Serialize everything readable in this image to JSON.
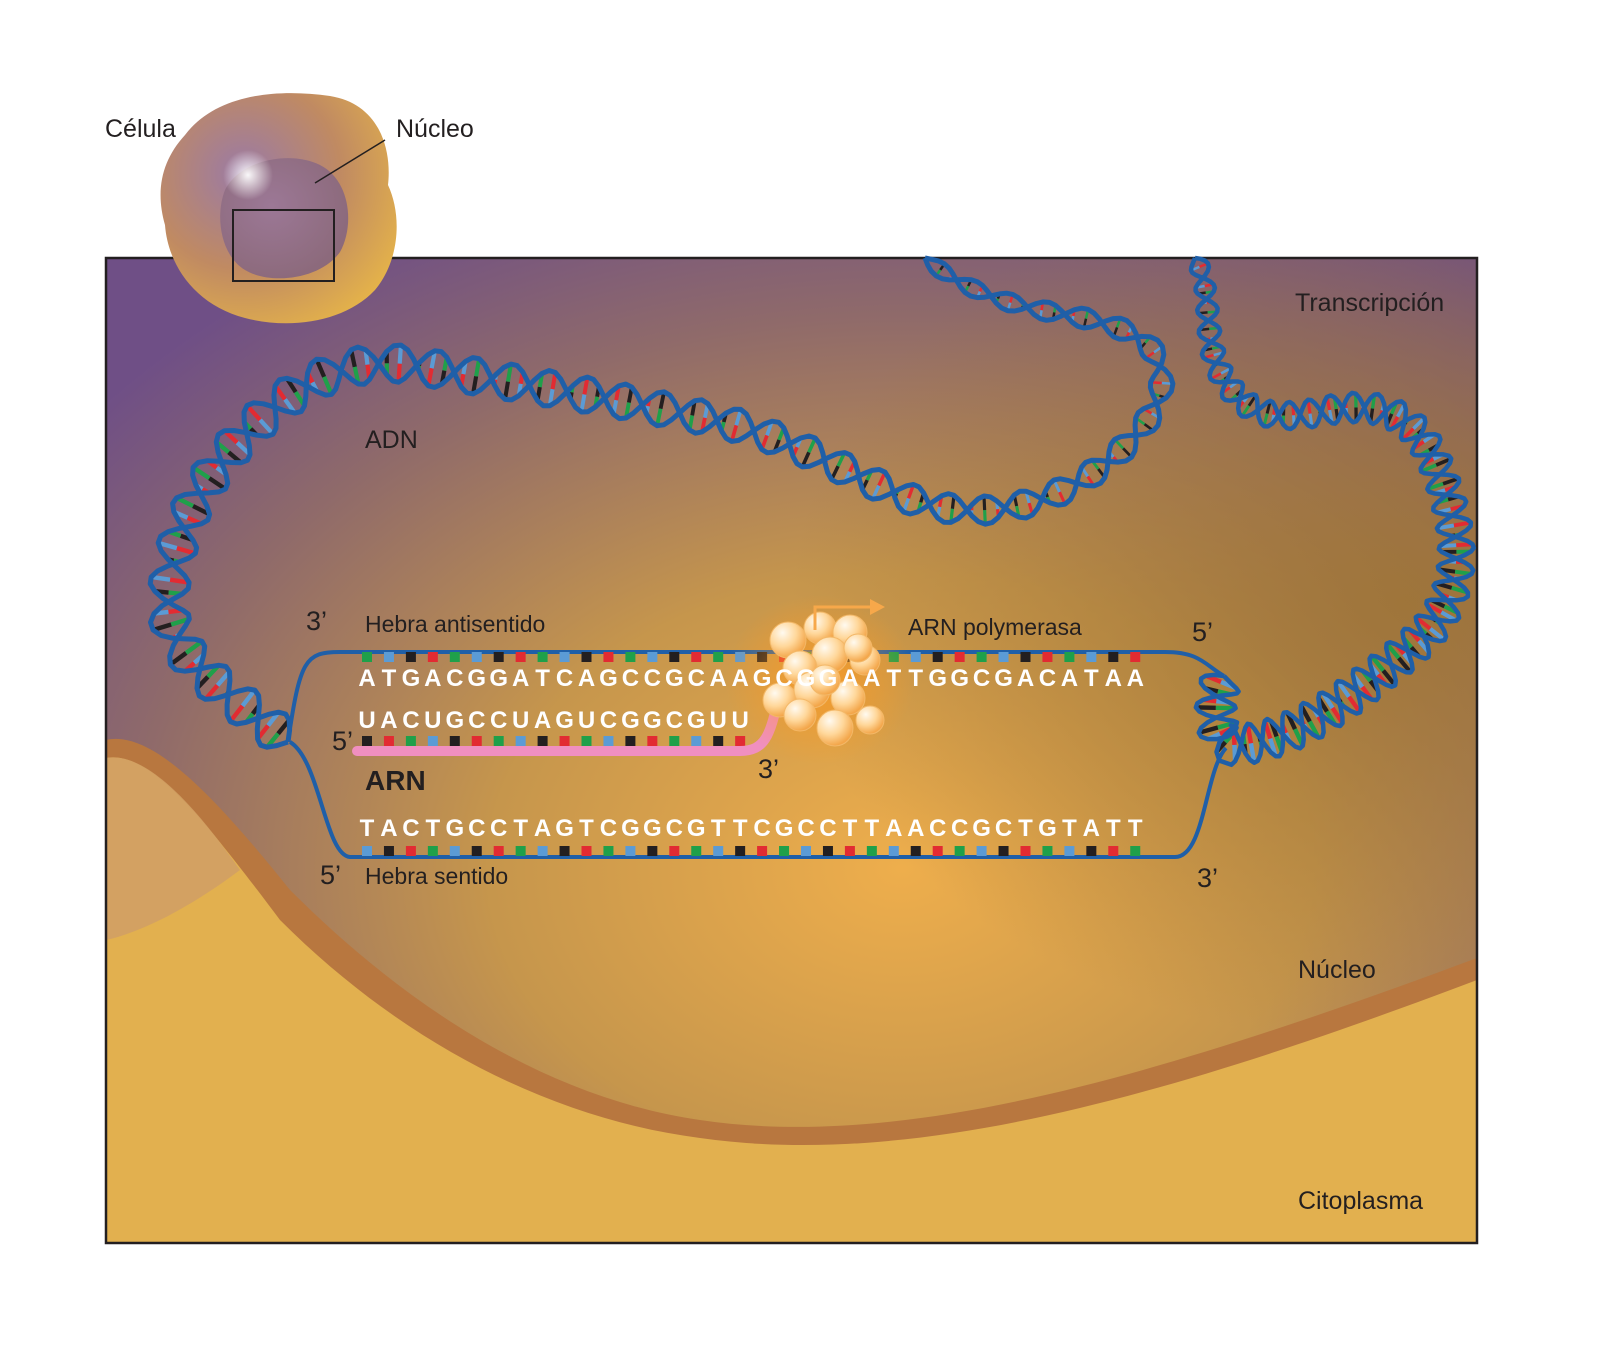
{
  "labels": {
    "cell": "Célula",
    "nucleus_top": "Núcleo",
    "transcription": "Transcripción",
    "dna": "ADN",
    "antisense_strand": "Hebra antisentido",
    "rna_polymerase": "ARN polymerasa",
    "rna": "ARN",
    "sense_strand": "Hebra sentido",
    "nucleus_region": "Núcleo",
    "cytoplasm": "Citoplasma"
  },
  "ends": {
    "antisense_left": "3’",
    "antisense_right": "5’",
    "rna_start": "5’",
    "rna_end": "3’",
    "sense_left": "5’",
    "sense_right": "3’"
  },
  "sequences": {
    "antisense_before": "ATGACGGATCAGCCGCAA",
    "antisense_highlight": "GCGGA",
    "antisense_after": "ATTGGCGACATAA",
    "rna": "UACUGCCUAGUCGGCGUU",
    "sense": "TACTGCCTAGTCGGCGTTCGCCTTAACCGCTGTATT"
  },
  "colors": {
    "dna_backbone": "#1f5fa8",
    "base_red": "#e22b32",
    "base_green": "#1fa04a",
    "base_blue": "#5b9bd5",
    "base_black": "#231f20",
    "rna_strand": "#f08fc0",
    "polymerase": "#f7a84a",
    "nucleus_purple": "#7a4f8c",
    "nucleus_brown": "#a87a3a",
    "cytoplasm": "#e2b04f"
  }
}
